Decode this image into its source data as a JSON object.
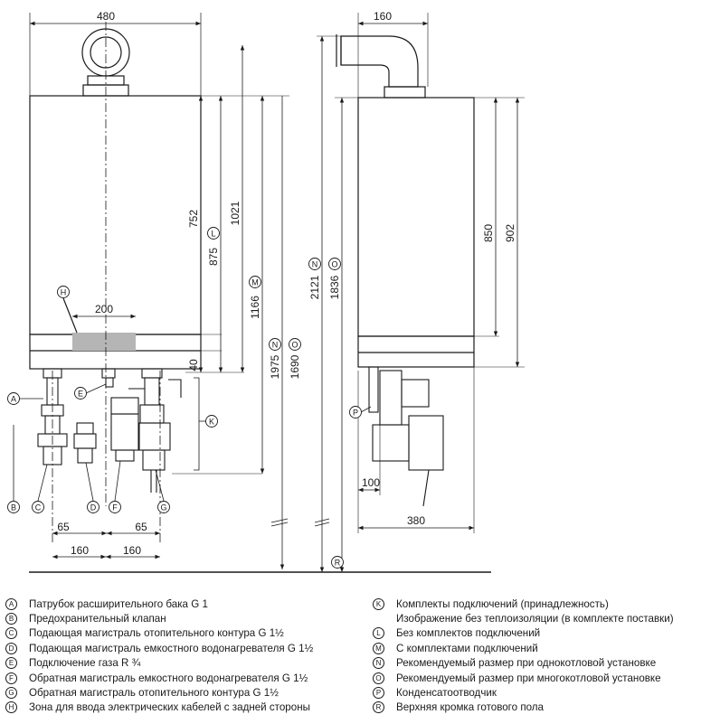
{
  "dimensions": {
    "width_front": "480",
    "width_side": "160",
    "dim_200": "200",
    "dim_40": "40",
    "dim_752": "752",
    "dim_875": "875",
    "dim_1021": "1021",
    "dim_1166": "1166",
    "dim_1975": "1975",
    "dim_1690": "1690",
    "dim_2121": "2121",
    "dim_1836": "1836",
    "dim_850": "850",
    "dim_902": "902",
    "dim_65_left": "65",
    "dim_65_right": "65",
    "dim_160_left": "160",
    "dim_160_right": "160",
    "dim_100": "100",
    "dim_380": "380"
  },
  "markers": {
    "A": "A",
    "B": "B",
    "C": "C",
    "D": "D",
    "E": "E",
    "F": "F",
    "G": "G",
    "H": "H",
    "K": "K",
    "L": "L",
    "M": "M",
    "N": "N",
    "O": "O",
    "P": "P",
    "R": "R"
  },
  "legend": {
    "left": [
      {
        "key": "A",
        "text": "Патрубок расширительного бака G 1"
      },
      {
        "key": "B",
        "text": "Предохранительный клапан"
      },
      {
        "key": "C",
        "text": "Подающая магистраль отопительного контура G 1½"
      },
      {
        "key": "D",
        "text": "Подающая магистраль емкостного водонагревателя G 1½"
      },
      {
        "key": "E",
        "text": "Подключение газа R ¾"
      },
      {
        "key": "F",
        "text": "Обратная магистраль емкостного водонагревателя G 1½"
      },
      {
        "key": "G",
        "text": "Обратная магистраль отопительного контура G 1½"
      },
      {
        "key": "H",
        "text": "Зона для ввода электрических кабелей с задней стороны"
      }
    ],
    "right": [
      {
        "key": "K",
        "text": "Комплекты подключений (принадлежность)"
      },
      {
        "key": "",
        "text": "Изображение без теплоизоляции (в комплекте поставки)"
      },
      {
        "key": "L",
        "text": "Без комплектов подключений"
      },
      {
        "key": "M",
        "text": "С комплектами подключений"
      },
      {
        "key": "N",
        "text": "Рекомендуемый размер при однокотловой установке"
      },
      {
        "key": "O",
        "text": "Рекомендуемый размер при многокотловой установке"
      },
      {
        "key": "P",
        "text": "Конденсатоотводчик"
      },
      {
        "key": "R",
        "text": "Верхняя кромка готового пола"
      }
    ]
  }
}
